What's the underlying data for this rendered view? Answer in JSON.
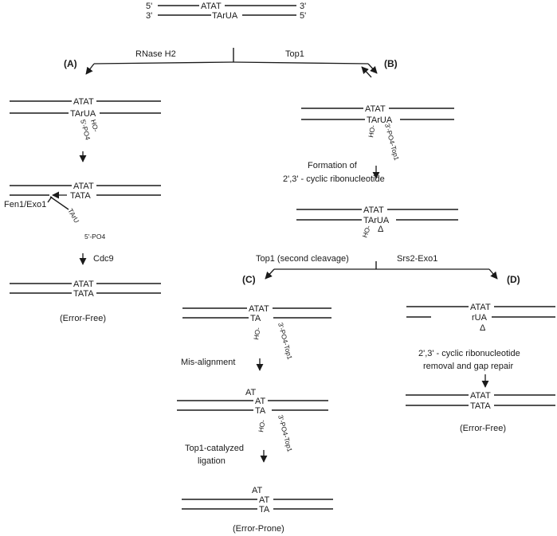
{
  "top": {
    "strand1_left": "5'",
    "strand1_seq": "ATAT",
    "strand1_right": "3'",
    "strand2_left": "3'",
    "strand2_seq": "TArUA",
    "strand2_right": "5'"
  },
  "branch_main": {
    "left_label": "RNase H2",
    "right_label": "Top1"
  },
  "panel_a": {
    "label": "(A)",
    "s1": {
      "top": "ATAT",
      "bottom": "TArUA",
      "nick_left": "5'-PO4",
      "nick_right": "HO-"
    },
    "s2": {
      "top": "ATAT",
      "bottom": "TATA",
      "enzyme": "Fen1/Exo1",
      "flap_seq": "TArU",
      "flap_end": "5'-PO4"
    },
    "step_label": "Cdc9",
    "s3": {
      "top": "ATAT",
      "bottom": "TATA"
    },
    "outcome": "(Error-Free)"
  },
  "panel_b": {
    "label": "(B)",
    "s1": {
      "top": "ATAT",
      "bottom": "TArUA",
      "nick_left": "HO-",
      "nick_right": "3'-PO4-Top1"
    },
    "step_label_1": "Formation of",
    "step_label_2": "2',3' - cyclic ribonucleotide",
    "s2": {
      "top": "ATAT",
      "bottom": "TArUA",
      "nick_left": "HO-",
      "delta": "Δ"
    },
    "branch_left_label": "Top1 (second cleavage)",
    "branch_right_label": "Srs2-Exo1"
  },
  "panel_c": {
    "label": "(C)",
    "s1": {
      "top": "ATAT",
      "bottom": "TA",
      "nick_left": "HO-",
      "nick_right": "3'-PO4-Top1"
    },
    "step1": "Mis-alignment",
    "s2": {
      "loop": "AT",
      "top": "AT",
      "bottom": "TA",
      "nick_left": "HO-",
      "nick_right": "3'-PO4-Top1"
    },
    "step2_line1": "Top1-catalyzed",
    "step2_line2": "ligation",
    "s3": {
      "loop": "AT",
      "top": "AT",
      "bottom": "TA"
    },
    "outcome": "(Error-Prone)"
  },
  "panel_d": {
    "label": "(D)",
    "s1": {
      "top": "ATAT",
      "bottom": "rUA",
      "delta": "Δ"
    },
    "step_line1": "2',3' - cyclic ribonucleotide",
    "step_line2": "removal and gap repair",
    "s2": {
      "top": "ATAT",
      "bottom": "TATA"
    },
    "outcome": "(Error-Free)"
  }
}
